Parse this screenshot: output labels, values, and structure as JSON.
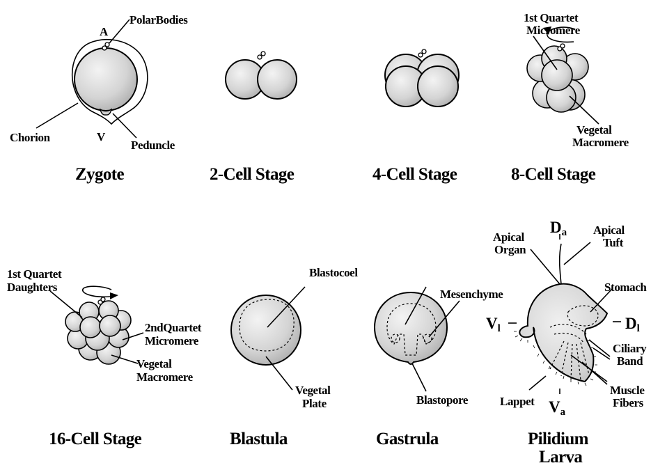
{
  "stages": {
    "zygote": {
      "title": "Zygote",
      "labels": {
        "polar_bodies": "PolarBodies",
        "animal_pole": "A",
        "vegetal_pole": "V",
        "chorion": "Chorion",
        "peduncle": "Peduncle"
      }
    },
    "two_cell": {
      "title": "2-Cell Stage"
    },
    "four_cell": {
      "title": "4-Cell Stage"
    },
    "eight_cell": {
      "title": "8-Cell Stage",
      "labels": {
        "first_quartet_1": "1st Quartet",
        "first_quartet_2": "Micromere",
        "vegetal_macromere_1": "Vegetal",
        "vegetal_macromere_2": "Macromere"
      }
    },
    "sixteen_cell": {
      "title": "16-Cell Stage",
      "labels": {
        "daughters_1": "1st Quartet",
        "daughters_2": "Daughters",
        "second_quartet_1": "2ndQuartet",
        "second_quartet_2": "Micromere",
        "vegetal_macromere_1": "Vegetal",
        "vegetal_macromere_2": "Macromere"
      }
    },
    "blastula": {
      "title": "Blastula",
      "labels": {
        "blastocoel": "Blastocoel",
        "vegetal_plate_1": "Vegetal",
        "vegetal_plate_2": "Plate"
      }
    },
    "gastrula": {
      "title": "Gastrula",
      "labels": {
        "mesenchyme": "Mesenchyme",
        "blastopore": "Blastopore"
      }
    },
    "pilidium": {
      "title_1": "Pilidium",
      "title_2": "Larva",
      "labels": {
        "apical_organ_1": "Apical",
        "apical_organ_2": "Organ",
        "apical_tuft_1": "Apical",
        "apical_tuft_2": "Tuft",
        "stomach": "Stomach",
        "ciliary_band_1": "Ciliary",
        "ciliary_band_2": "Band",
        "muscle_fibers_1": "Muscle",
        "muscle_fibers_2": "Fibers",
        "lappet": "Lappet",
        "axis_d": "D",
        "axis_v": "V",
        "sub_a": "a",
        "sub_l": "l"
      }
    }
  }
}
